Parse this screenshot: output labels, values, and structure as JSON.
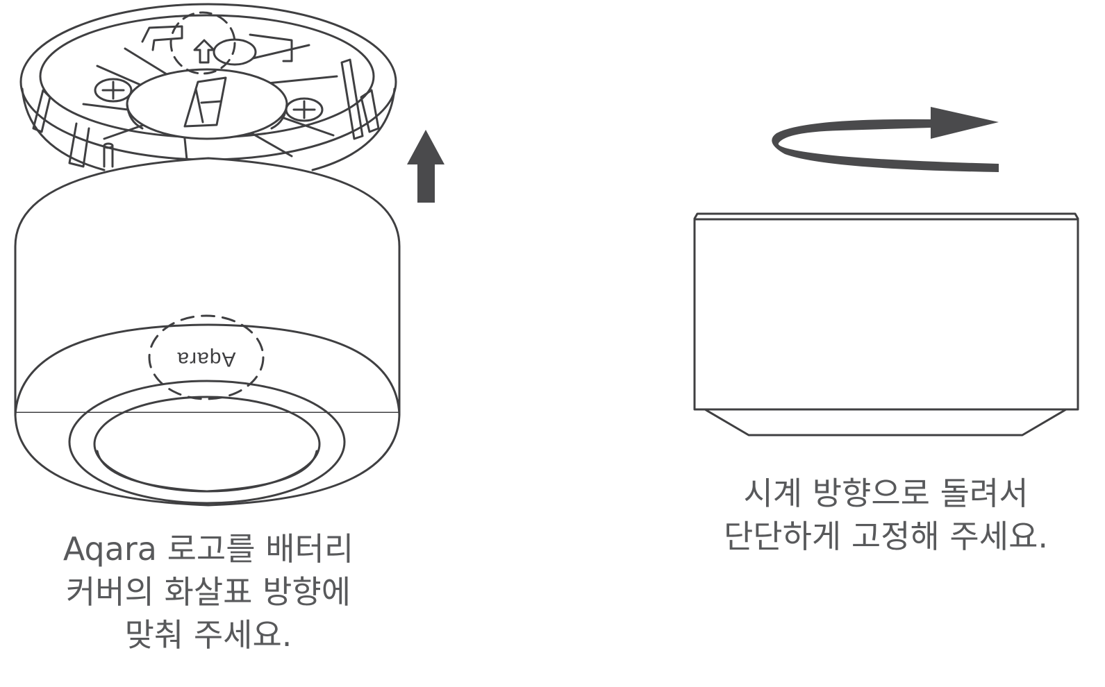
{
  "steps": [
    {
      "caption_lines": [
        "Aqara 로고를 배터리",
        "커버의 화살표 방향에",
        "맞춰 주세요."
      ],
      "logo_text": "Aqara",
      "icons": [
        "up-arrow-icon",
        "dashed-alignment-circle-icon"
      ]
    },
    {
      "caption_lines": [
        "시계 방향으로 돌려서",
        "단단하게 고정해 주세요."
      ],
      "icons": [
        "clockwise-rotate-arrow-icon"
      ]
    }
  ],
  "colors": {
    "line": "#3f3f41",
    "arrow": "#4a4a4c",
    "caption": "#58595b",
    "background": "#ffffff"
  }
}
